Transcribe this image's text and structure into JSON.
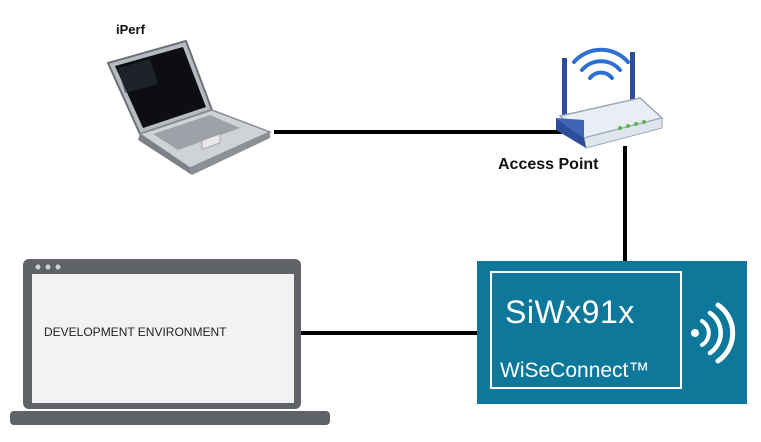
{
  "nodes": {
    "iperf": {
      "label": "iPerf"
    },
    "access_point": {
      "label": "Access Point"
    },
    "dev_env": {
      "label": "DEVELOPMENT ENVIRONMENT"
    },
    "siwx": {
      "title": "SiWx91x",
      "subtitle": "WiSeConnect™"
    }
  },
  "colors": {
    "link": "#000000",
    "siwx_bg": "#0E789B",
    "router_blue": "#2B4D9C",
    "router_white": "#E8EEF4",
    "wifi_blue": "#2D6FD2",
    "laptop_frame": "#5f6368",
    "laptop_screen": "#f2f2f2"
  },
  "icons": [
    "laptop-icon",
    "router-icon",
    "wifi-signal-icon",
    "wireless-signal-icon",
    "dev-laptop-icon"
  ]
}
